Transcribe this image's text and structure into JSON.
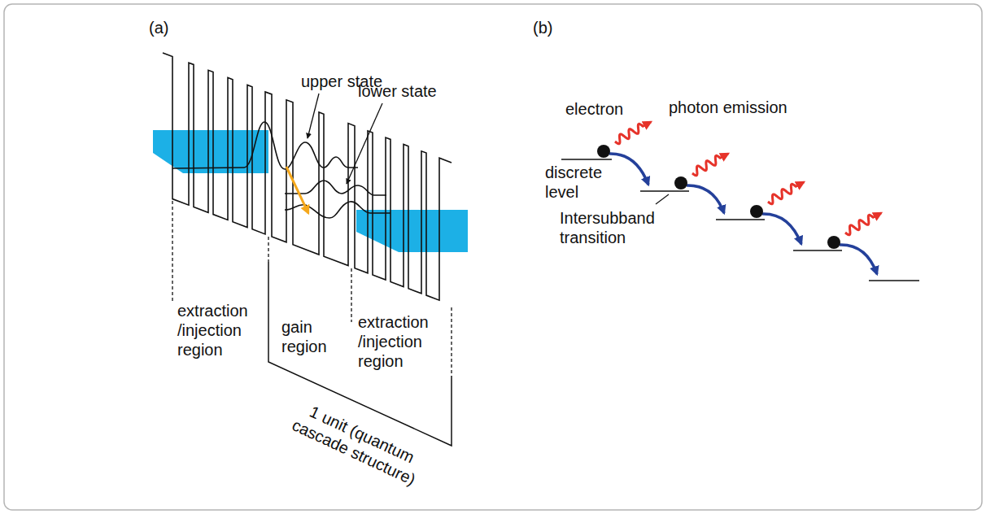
{
  "diagram": {
    "labels": [
      "(a)",
      "upper state",
      "lower state",
      "extraction /injection region",
      "gain region",
      "extraction /injection region",
      "1 unit (quantum cascade structure)",
      "(b)",
      "electron",
      "photon emission",
      "discrete level",
      "Intersubband transition"
    ]
  }
}
